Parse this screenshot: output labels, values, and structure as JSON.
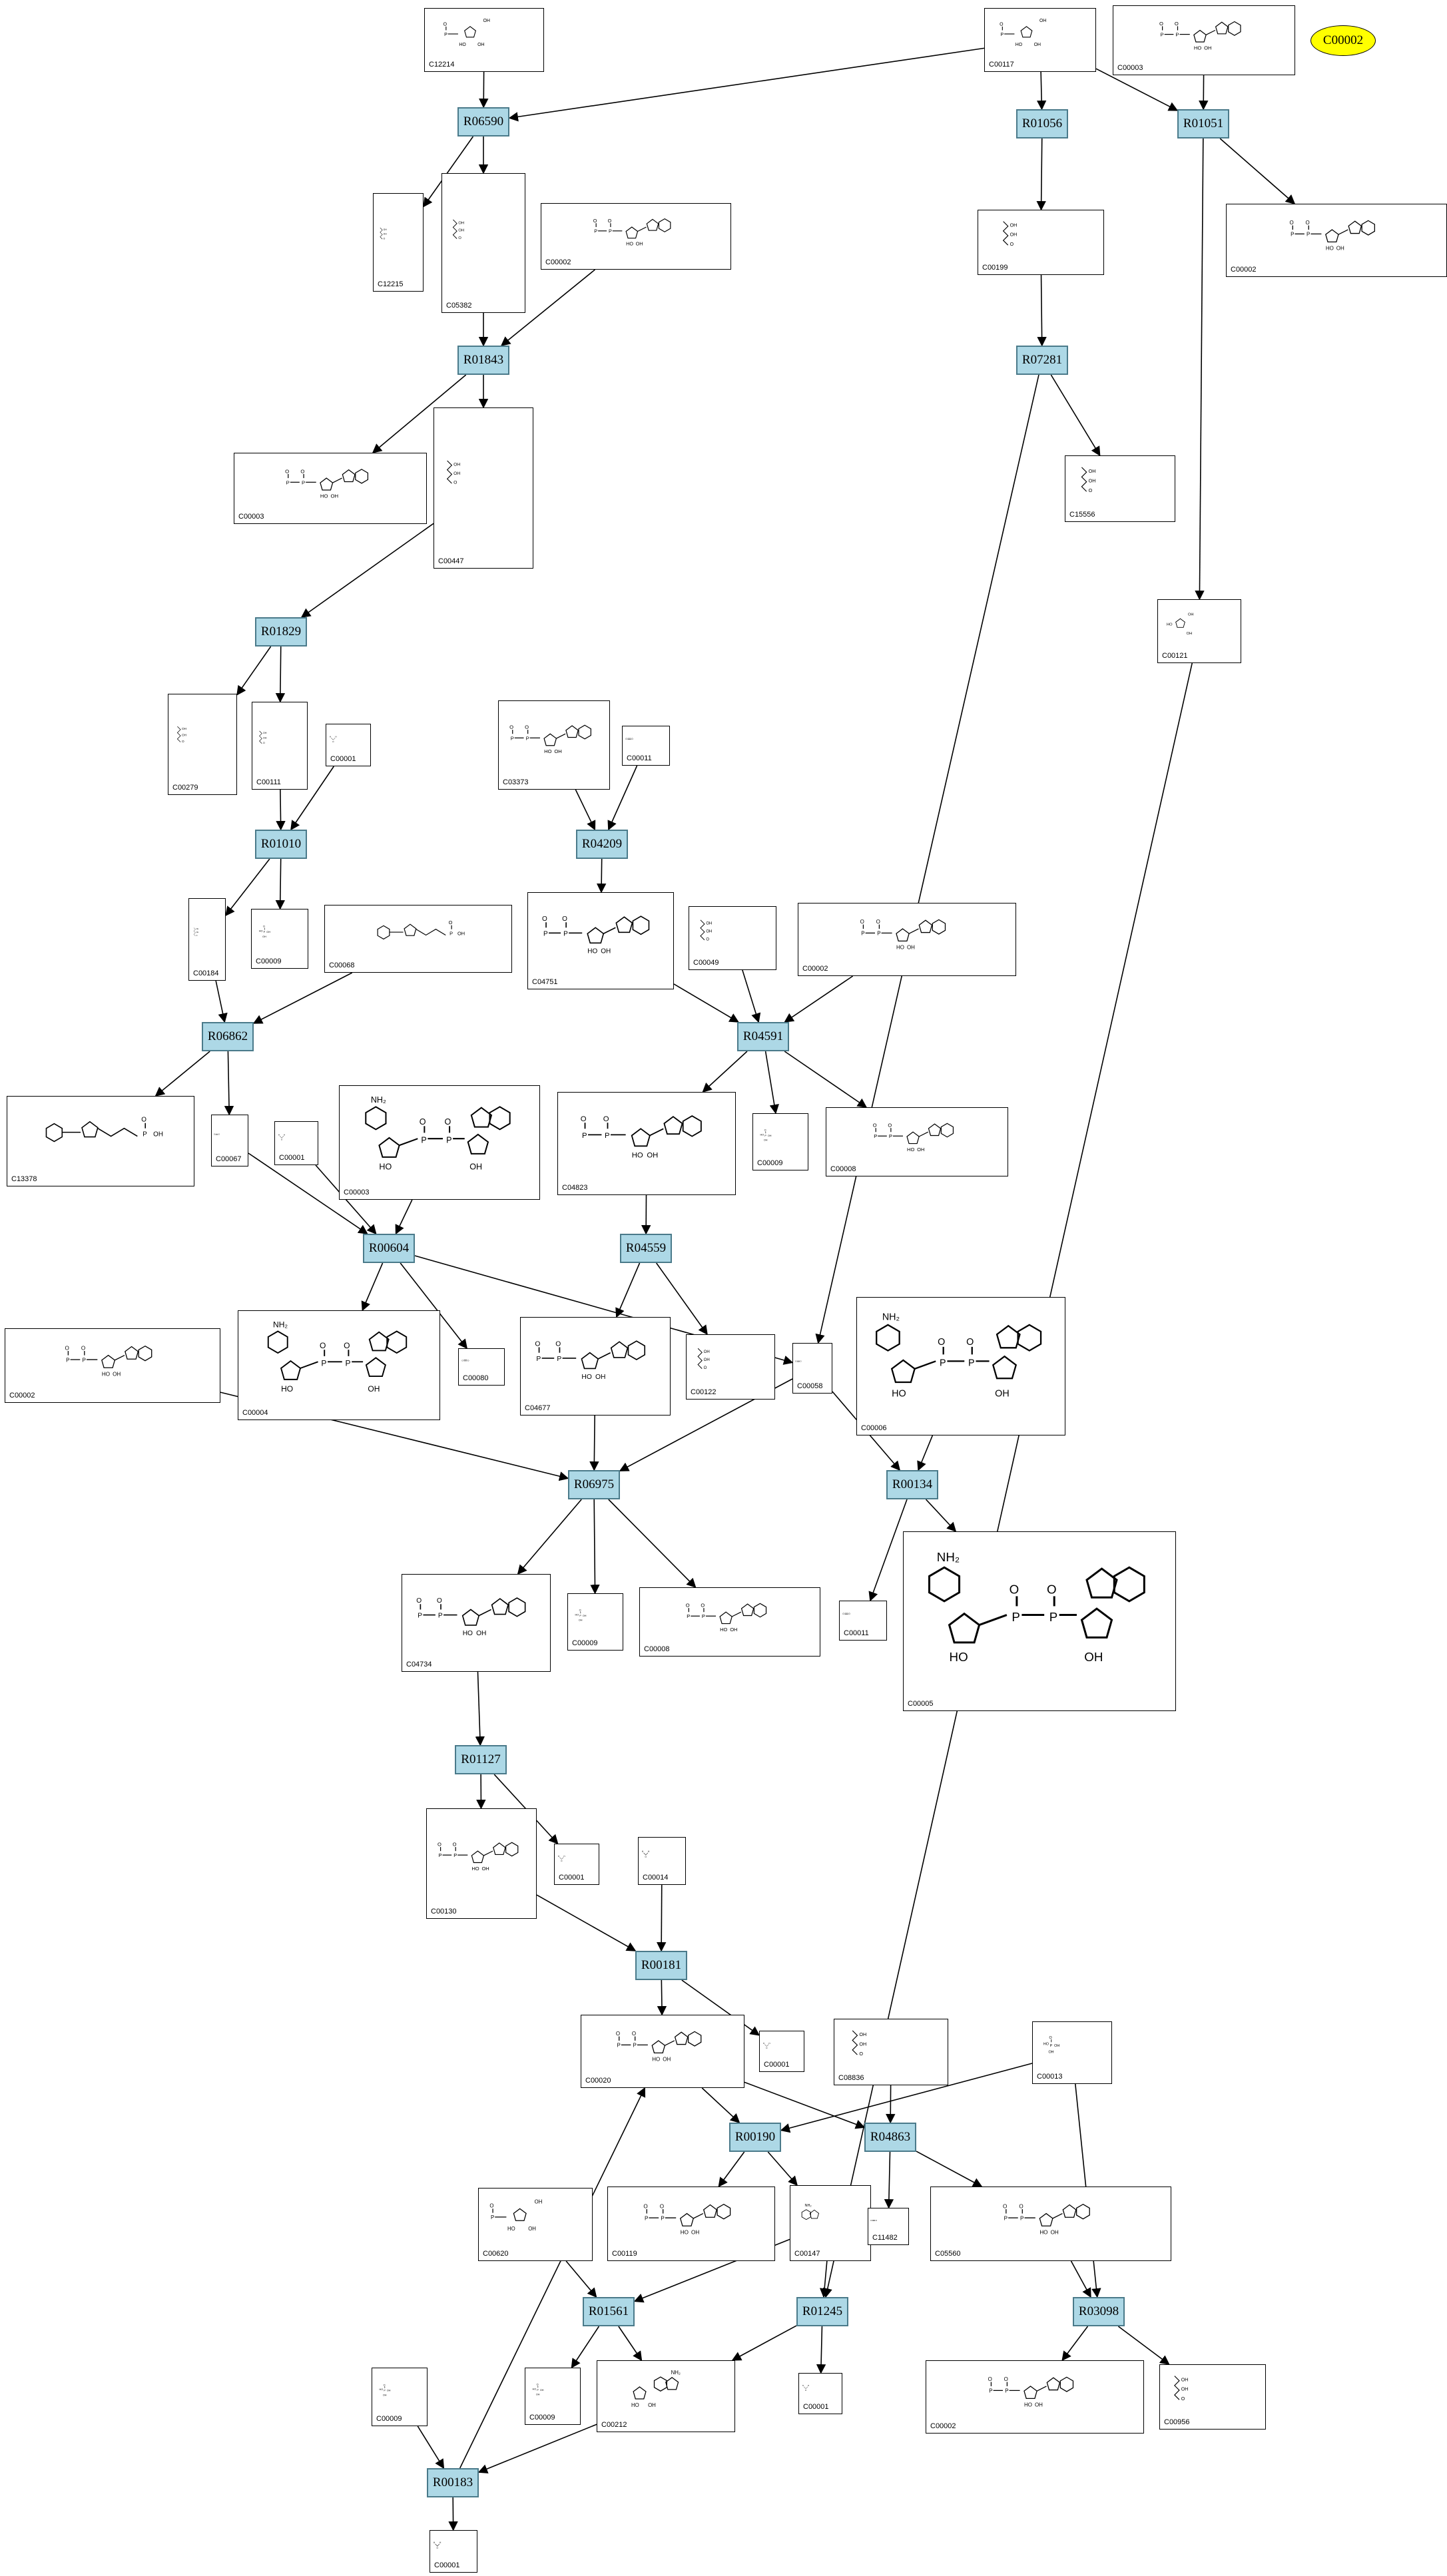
{
  "highlight": {
    "label": "C00002",
    "color": "#ffff00"
  },
  "colors": {
    "reaction_fill": "#add8e6",
    "reaction_border": "#4a7a8a",
    "edge": "#000000"
  },
  "compounds": [
    {
      "id": "C12214",
      "label": "C12214",
      "mol": "sugar_phosphate"
    },
    {
      "id": "C00117",
      "label": "C00117",
      "mol": "sugar_phosphate"
    },
    {
      "id": "C00003top",
      "label": "C00003",
      "mol": "nucleotide"
    },
    {
      "id": "C12215",
      "label": "C12215",
      "mol": "chain"
    },
    {
      "id": "C05382",
      "label": "C05382",
      "mol": "chain"
    },
    {
      "id": "C00002a",
      "label": "C00002",
      "mol": "nucleotide"
    },
    {
      "id": "C00199",
      "label": "C00199",
      "mol": "chain"
    },
    {
      "id": "C00002b",
      "label": "C00002",
      "mol": "nucleotide"
    },
    {
      "id": "C00008",
      "label": "C00003",
      "mol": "nucleotide"
    },
    {
      "id": "C00447",
      "label": "C00447",
      "mol": "chain"
    },
    {
      "id": "C15556",
      "label": "C15556",
      "mol": "chain"
    },
    {
      "id": "C00121",
      "label": "C00121",
      "mol": "sugar"
    },
    {
      "id": "C00279",
      "label": "C00279",
      "mol": "chain"
    },
    {
      "id": "C00111",
      "label": "C00111",
      "mol": "chain"
    },
    {
      "id": "C00001a",
      "label": "C00001",
      "mol": "water"
    },
    {
      "id": "C03373",
      "label": "C03373",
      "mol": "nucleotide"
    },
    {
      "id": "C00011a",
      "label": "C00011",
      "mol": "small"
    },
    {
      "id": "C00184",
      "label": "C00184",
      "mol": "chain"
    },
    {
      "id": "C00009a",
      "label": "C00009",
      "mol": "phosphate"
    },
    {
      "id": "C00068",
      "label": "C00068",
      "mol": "thiamine"
    },
    {
      "id": "C04751",
      "label": "C04751",
      "mol": "nucleotide"
    },
    {
      "id": "C00049",
      "label": "C00049",
      "mol": "chain"
    },
    {
      "id": "C00002c",
      "label": "C00002",
      "mol": "nucleotide"
    },
    {
      "id": "C13378",
      "label": "C13378",
      "mol": "thiamine"
    },
    {
      "id": "C00067",
      "label": "C00067",
      "mol": "small"
    },
    {
      "id": "C00001b",
      "label": "C00001",
      "mol": "water"
    },
    {
      "id": "C00003a",
      "label": "C00003",
      "mol": "dinucleotide"
    },
    {
      "id": "C04823",
      "label": "C04823",
      "mol": "nucleotide"
    },
    {
      "id": "C00009b",
      "label": "C00009",
      "mol": "phosphate"
    },
    {
      "id": "C00008b",
      "label": "C00008",
      "mol": "nucleotide"
    },
    {
      "id": "C00002d",
      "label": "C00002",
      "mol": "nucleotide"
    },
    {
      "id": "C00004",
      "label": "C00004",
      "mol": "dinucleotide"
    },
    {
      "id": "C00080",
      "label": "C00080",
      "mol": "small"
    },
    {
      "id": "C04677",
      "label": "C04677",
      "mol": "nucleotide"
    },
    {
      "id": "C00122",
      "label": "C00122",
      "mol": "chain"
    },
    {
      "id": "C00058",
      "label": "C00058",
      "mol": "small"
    },
    {
      "id": "C00006",
      "label": "C00006",
      "mol": "dinucleotide"
    },
    {
      "id": "C04734",
      "label": "C04734",
      "mol": "nucleotide"
    },
    {
      "id": "C00009c",
      "label": "C00009",
      "mol": "phosphate"
    },
    {
      "id": "C00008c",
      "label": "C00008",
      "mol": "nucleotide"
    },
    {
      "id": "C00011b",
      "label": "C00011",
      "mol": "small"
    },
    {
      "id": "C00005",
      "label": "C00005",
      "mol": "dinucleotide"
    },
    {
      "id": "C00130",
      "label": "C00130",
      "mol": "nucleotide"
    },
    {
      "id": "C00001c",
      "label": "C00001",
      "mol": "water"
    },
    {
      "id": "C00014",
      "label": "C00014",
      "mol": "water"
    },
    {
      "id": "C00001d",
      "label": "C00001",
      "mol": "water"
    },
    {
      "id": "C00020",
      "label": "C00020",
      "mol": "nucleotide"
    },
    {
      "id": "C08836",
      "label": "C08836",
      "mol": "chain"
    },
    {
      "id": "C00013",
      "label": "C00013",
      "mol": "phosphate"
    },
    {
      "id": "C00620",
      "label": "C00620",
      "mol": "sugar_phosphate"
    },
    {
      "id": "C00119",
      "label": "C00119",
      "mol": "nucleotide"
    },
    {
      "id": "C00147",
      "label": "C00147",
      "mol": "base"
    },
    {
      "id": "C11482",
      "label": "C11482",
      "mol": "small"
    },
    {
      "id": "C05560",
      "label": "C05560",
      "mol": "nucleotide"
    },
    {
      "id": "C00009d",
      "label": "C00009",
      "mol": "phosphate"
    },
    {
      "id": "C00009e",
      "label": "C00009",
      "mol": "phosphate"
    },
    {
      "id": "C00212",
      "label": "C00212",
      "mol": "nucleoside"
    },
    {
      "id": "C00001e",
      "label": "C00001",
      "mol": "water"
    },
    {
      "id": "C00002e",
      "label": "C00002",
      "mol": "nucleotide"
    },
    {
      "id": "C00956",
      "label": "C00956",
      "mol": "chain"
    },
    {
      "id": "C00001f",
      "label": "C00001",
      "mol": "water"
    }
  ],
  "reactions": [
    {
      "id": "R06590",
      "label": "R06590"
    },
    {
      "id": "R01056",
      "label": "R01056"
    },
    {
      "id": "R01051",
      "label": "R01051"
    },
    {
      "id": "R01843",
      "label": "R01843"
    },
    {
      "id": "R07281",
      "label": "R07281"
    },
    {
      "id": "R01829",
      "label": "R01829"
    },
    {
      "id": "R01010",
      "label": "R01010"
    },
    {
      "id": "R04209",
      "label": "R04209"
    },
    {
      "id": "R06862",
      "label": "R06862"
    },
    {
      "id": "R04591",
      "label": "R04591"
    },
    {
      "id": "R00604",
      "label": "R00604"
    },
    {
      "id": "R04559",
      "label": "R04559"
    },
    {
      "id": "R06975",
      "label": "R06975"
    },
    {
      "id": "R00134",
      "label": "R00134"
    },
    {
      "id": "R01127",
      "label": "R01127"
    },
    {
      "id": "R00181",
      "label": "R00181"
    },
    {
      "id": "R00190",
      "label": "R00190"
    },
    {
      "id": "R04863",
      "label": "R04863"
    },
    {
      "id": "R01561",
      "label": "R01561"
    },
    {
      "id": "R01245",
      "label": "R01245"
    },
    {
      "id": "R03098",
      "label": "R03098"
    },
    {
      "id": "R00183",
      "label": "R00183"
    }
  ],
  "edges": [
    [
      "C12214",
      "R06590"
    ],
    [
      "C00117",
      "R06590"
    ],
    [
      "C00117",
      "R01056"
    ],
    [
      "C00117",
      "R01051"
    ],
    [
      "C00003top",
      "R01051"
    ],
    [
      "R06590",
      "C12215"
    ],
    [
      "R06590",
      "C05382"
    ],
    [
      "R01056",
      "C00199"
    ],
    [
      "R01051",
      "C00002b"
    ],
    [
      "R01051",
      "C00121"
    ],
    [
      "C05382",
      "R01843"
    ],
    [
      "C00002a",
      "R01843"
    ],
    [
      "R01843",
      "C00008"
    ],
    [
      "R01843",
      "C00447"
    ],
    [
      "C00199",
      "R07281"
    ],
    [
      "R07281",
      "C15556"
    ],
    [
      "R07281",
      "C00058"
    ],
    [
      "C00447",
      "R01829"
    ],
    [
      "R01829",
      "C00279"
    ],
    [
      "R01829",
      "C00111"
    ],
    [
      "C00111",
      "R01010"
    ],
    [
      "C00001a",
      "R01010"
    ],
    [
      "R01010",
      "C00184"
    ],
    [
      "R01010",
      "C00009a"
    ],
    [
      "C03373",
      "R04209"
    ],
    [
      "C00011a",
      "R04209"
    ],
    [
      "R04209",
      "C04751"
    ],
    [
      "C00184",
      "R06862"
    ],
    [
      "C00068",
      "R06862"
    ],
    [
      "R06862",
      "C13378"
    ],
    [
      "R06862",
      "C00067"
    ],
    [
      "C04751",
      "R04591"
    ],
    [
      "C00049",
      "R04591"
    ],
    [
      "C00002c",
      "R04591"
    ],
    [
      "R04591",
      "C04823"
    ],
    [
      "R04591",
      "C00009b"
    ],
    [
      "R04591",
      "C00008b"
    ],
    [
      "C00067",
      "R00604"
    ],
    [
      "C00001b",
      "R00604"
    ],
    [
      "C00003a",
      "R00604"
    ],
    [
      "R00604",
      "C00004"
    ],
    [
      "R00604",
      "C00080"
    ],
    [
      "R00604",
      "C00058"
    ],
    [
      "C04823",
      "R04559"
    ],
    [
      "R04559",
      "C04677"
    ],
    [
      "R04559",
      "C00122"
    ],
    [
      "C04677",
      "R06975"
    ],
    [
      "C00002d",
      "R06975"
    ],
    [
      "C00058",
      "R06975"
    ],
    [
      "R06975",
      "C04734"
    ],
    [
      "R06975",
      "C00009c"
    ],
    [
      "R06975",
      "C00008c"
    ],
    [
      "C00058",
      "R00134"
    ],
    [
      "C00006",
      "R00134"
    ],
    [
      "R00134",
      "C00011b"
    ],
    [
      "R00134",
      "C00005"
    ],
    [
      "C04734",
      "R01127"
    ],
    [
      "R01127",
      "C00130"
    ],
    [
      "R01127",
      "C00001c"
    ],
    [
      "C00130",
      "R00181"
    ],
    [
      "C00014",
      "R00181"
    ],
    [
      "R00181",
      "C00020"
    ],
    [
      "R00181",
      "C00001d"
    ],
    [
      "C00020",
      "R00190"
    ],
    [
      "C00013",
      "R00190"
    ],
    [
      "R00190",
      "C00119"
    ],
    [
      "R00190",
      "C00147"
    ],
    [
      "C00020",
      "R04863"
    ],
    [
      "C08836",
      "R04863"
    ],
    [
      "R04863",
      "C11482"
    ],
    [
      "R04863",
      "C05560"
    ],
    [
      "C00620",
      "R01561"
    ],
    [
      "C00147",
      "R01561"
    ],
    [
      "R01561",
      "C00009d"
    ],
    [
      "R01561",
      "C00212"
    ],
    [
      "C00147",
      "R01245"
    ],
    [
      "C00121",
      "R01245"
    ],
    [
      "R01245",
      "C00212"
    ],
    [
      "R01245",
      "C00001e"
    ],
    [
      "C05560",
      "R03098"
    ],
    [
      "C00013",
      "R03098"
    ],
    [
      "R03098",
      "C00002e"
    ],
    [
      "R03098",
      "C00956"
    ],
    [
      "C00009e",
      "R00183"
    ],
    [
      "C00212",
      "R00183"
    ],
    [
      "R00183",
      "C00020"
    ],
    [
      "R00183",
      "C00001f"
    ]
  ]
}
